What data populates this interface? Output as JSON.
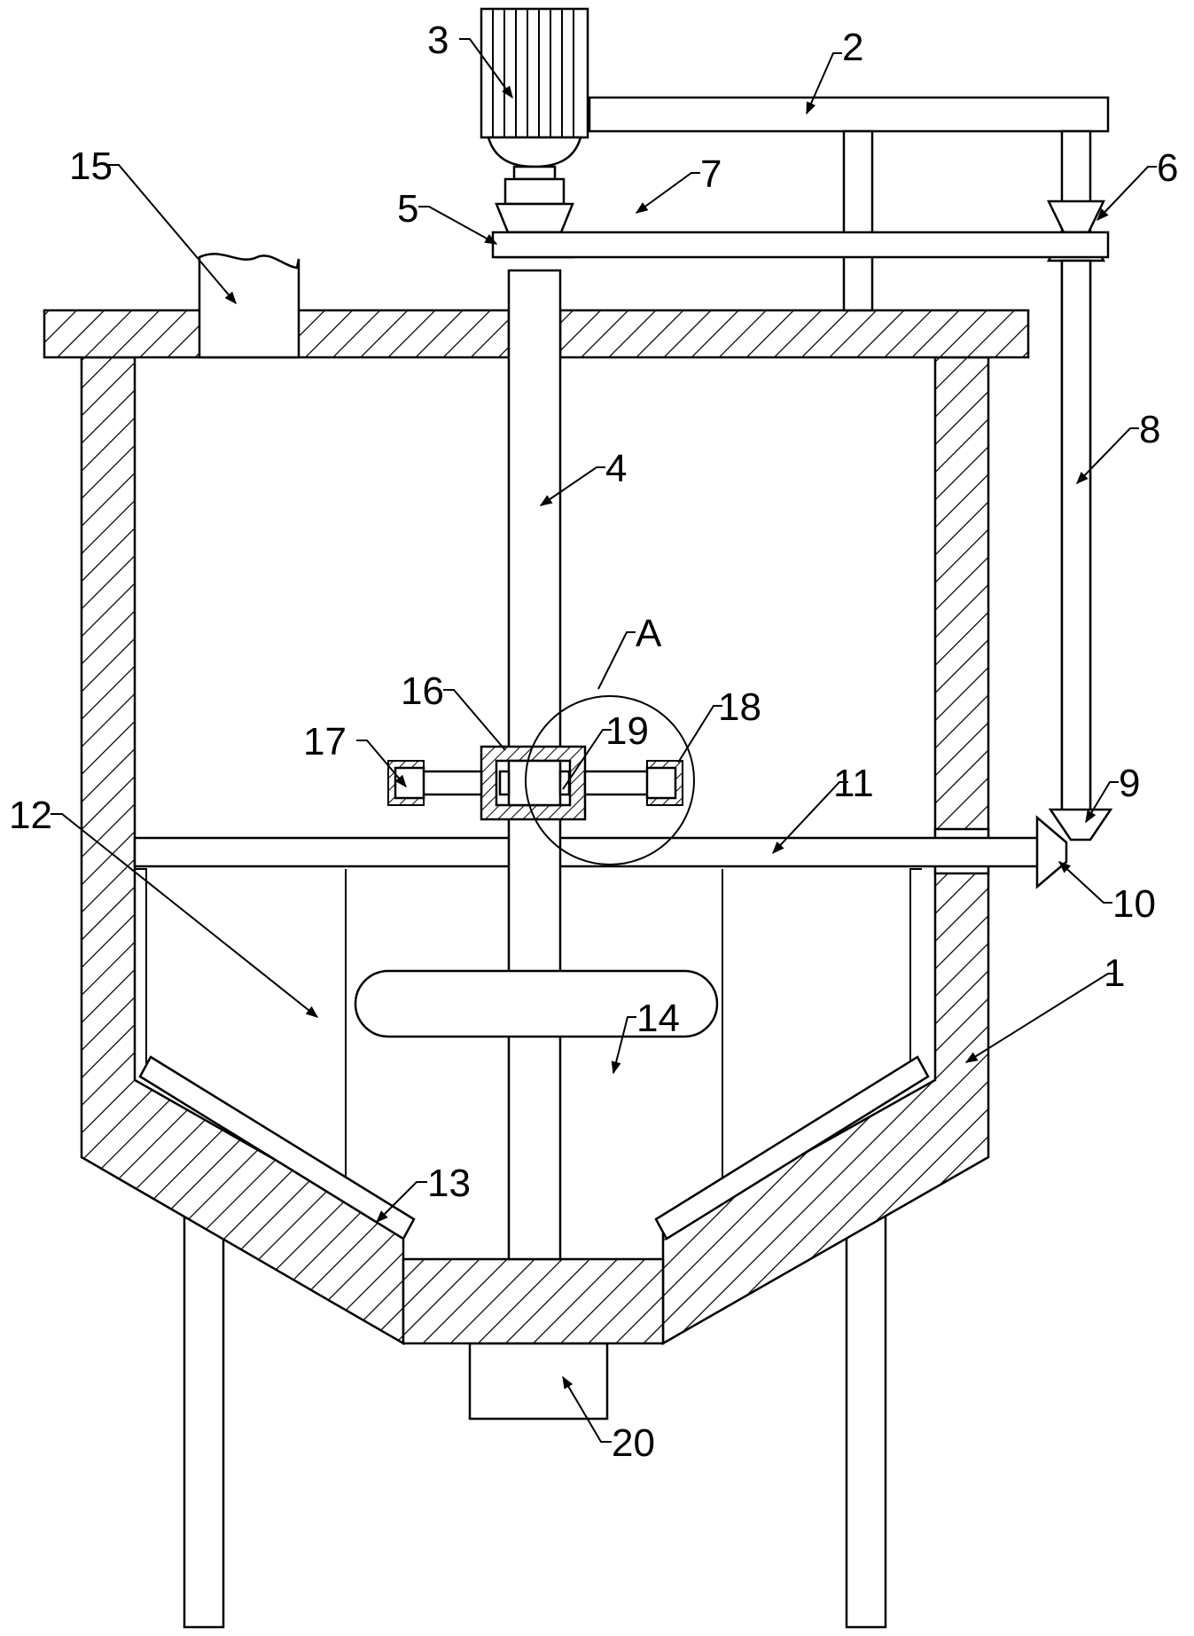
{
  "labels": [
    {
      "id": "1",
      "text": "1"
    },
    {
      "id": "2",
      "text": "2"
    },
    {
      "id": "3",
      "text": "3"
    },
    {
      "id": "4",
      "text": "4"
    },
    {
      "id": "5",
      "text": "5"
    },
    {
      "id": "6",
      "text": "6"
    },
    {
      "id": "7",
      "text": "7"
    },
    {
      "id": "8",
      "text": "8"
    },
    {
      "id": "9",
      "text": "9"
    },
    {
      "id": "10",
      "text": "10"
    },
    {
      "id": "11",
      "text": "11"
    },
    {
      "id": "12",
      "text": "12"
    },
    {
      "id": "13",
      "text": "13"
    },
    {
      "id": "14",
      "text": "14"
    },
    {
      "id": "15",
      "text": "15"
    },
    {
      "id": "16",
      "text": "16"
    },
    {
      "id": "17",
      "text": "17"
    },
    {
      "id": "18",
      "text": "18"
    },
    {
      "id": "19",
      "text": "19"
    },
    {
      "id": "20",
      "text": "20"
    },
    {
      "id": "A",
      "text": "A"
    }
  ]
}
